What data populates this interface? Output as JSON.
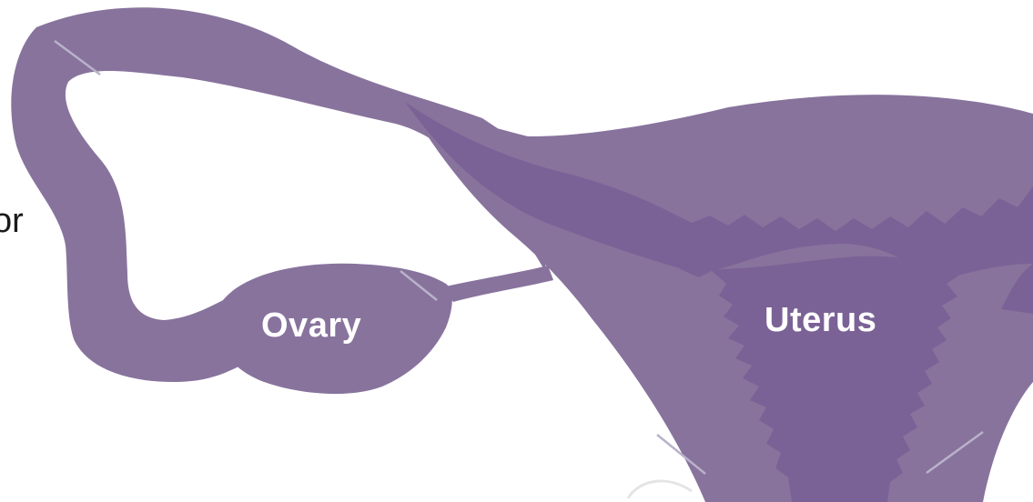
{
  "text": {
    "cut_off": "or"
  },
  "labels": {
    "ovary": "Ovary",
    "uterus": "Uterus"
  },
  "colors": {
    "body": "#88739d",
    "inner": "#7b6296",
    "highlight": "#b9b2c9",
    "background": "#ffffff",
    "label": "#ffffff",
    "text": "#1a1a1a"
  }
}
